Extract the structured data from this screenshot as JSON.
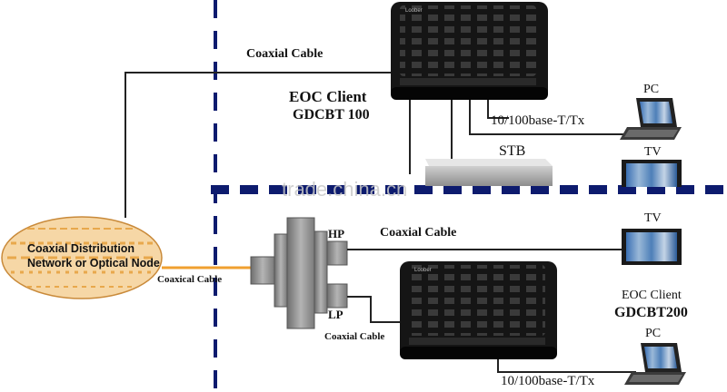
{
  "labels": {
    "coax_top": "Coaxial Cable",
    "client1_title": "EOC Client",
    "client1_model": "GDCBT 100",
    "eth_top": "10/100base-T/Tx",
    "pc_top": "PC",
    "stb": "STB",
    "tv_top": "TV",
    "watermark": "trade.china.cn",
    "node_line1": "Coaxial Distribution",
    "node_line2": "Network or Optical Node",
    "coax_left": "Coaxical Cable",
    "hp": "HP",
    "lp": "LP",
    "coax_mid": "Coaxial Cable",
    "tv_bottom": "TV",
    "client2_title": "EOC Client",
    "client2_model": "GDCBT200",
    "coax_lower": "Coaxial Cable",
    "pc_bottom": "PC",
    "eth_bottom": "10/100base-T/Tx",
    "device_brand": "Loober"
  },
  "colors": {
    "dashed_line": "#0d1b6e",
    "cable": "#222222",
    "orange_cable": "#f0a030",
    "node_fill": "#f6d7a6",
    "node_stripe": "#e8a84c",
    "device": "#111111",
    "splitter": "#8a8a8a"
  }
}
